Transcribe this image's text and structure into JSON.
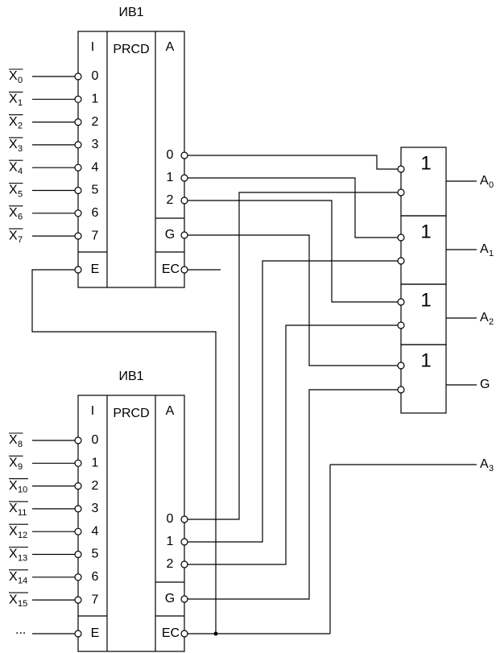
{
  "chip_top": {
    "title": "ИВ1",
    "col_in": "I",
    "col_mid": "PRCD",
    "col_out": "A",
    "in_pins": [
      "0",
      "1",
      "2",
      "3",
      "4",
      "5",
      "6",
      "7"
    ],
    "enable_in": "E",
    "out_pins": [
      "0",
      "1",
      "2"
    ],
    "group_out": "G",
    "enable_out": "EC",
    "inputs": [
      {
        "main": "X",
        "sub": "0"
      },
      {
        "main": "X",
        "sub": "1"
      },
      {
        "main": "X",
        "sub": "2"
      },
      {
        "main": "X",
        "sub": "3"
      },
      {
        "main": "X",
        "sub": "4"
      },
      {
        "main": "X",
        "sub": "5"
      },
      {
        "main": "X",
        "sub": "6"
      },
      {
        "main": "X",
        "sub": "7"
      }
    ]
  },
  "chip_bottom": {
    "title": "ИВ1",
    "col_in": "I",
    "col_mid": "PRCD",
    "col_out": "A",
    "in_pins": [
      "0",
      "1",
      "2",
      "3",
      "4",
      "5",
      "6",
      "7"
    ],
    "enable_in": "E",
    "out_pins": [
      "0",
      "1",
      "2"
    ],
    "group_out": "G",
    "enable_out": "EC",
    "inputs": [
      {
        "main": "X",
        "sub": "8"
      },
      {
        "main": "X",
        "sub": "9"
      },
      {
        "main": "X",
        "sub": "10"
      },
      {
        "main": "X",
        "sub": "11"
      },
      {
        "main": "X",
        "sub": "12"
      },
      {
        "main": "X",
        "sub": "13"
      },
      {
        "main": "X",
        "sub": "14"
      },
      {
        "main": "X",
        "sub": "15"
      }
    ],
    "enable_label": "..."
  },
  "or_gates": [
    {
      "label": "1",
      "out": {
        "main": "A",
        "sub": "0"
      }
    },
    {
      "label": "1",
      "out": {
        "main": "A",
        "sub": "1"
      }
    },
    {
      "label": "1",
      "out": {
        "main": "A",
        "sub": "2"
      }
    },
    {
      "label": "1",
      "out": {
        "main": "G",
        "sub": ""
      }
    }
  ],
  "extra_output": {
    "main": "A",
    "sub": "3"
  }
}
